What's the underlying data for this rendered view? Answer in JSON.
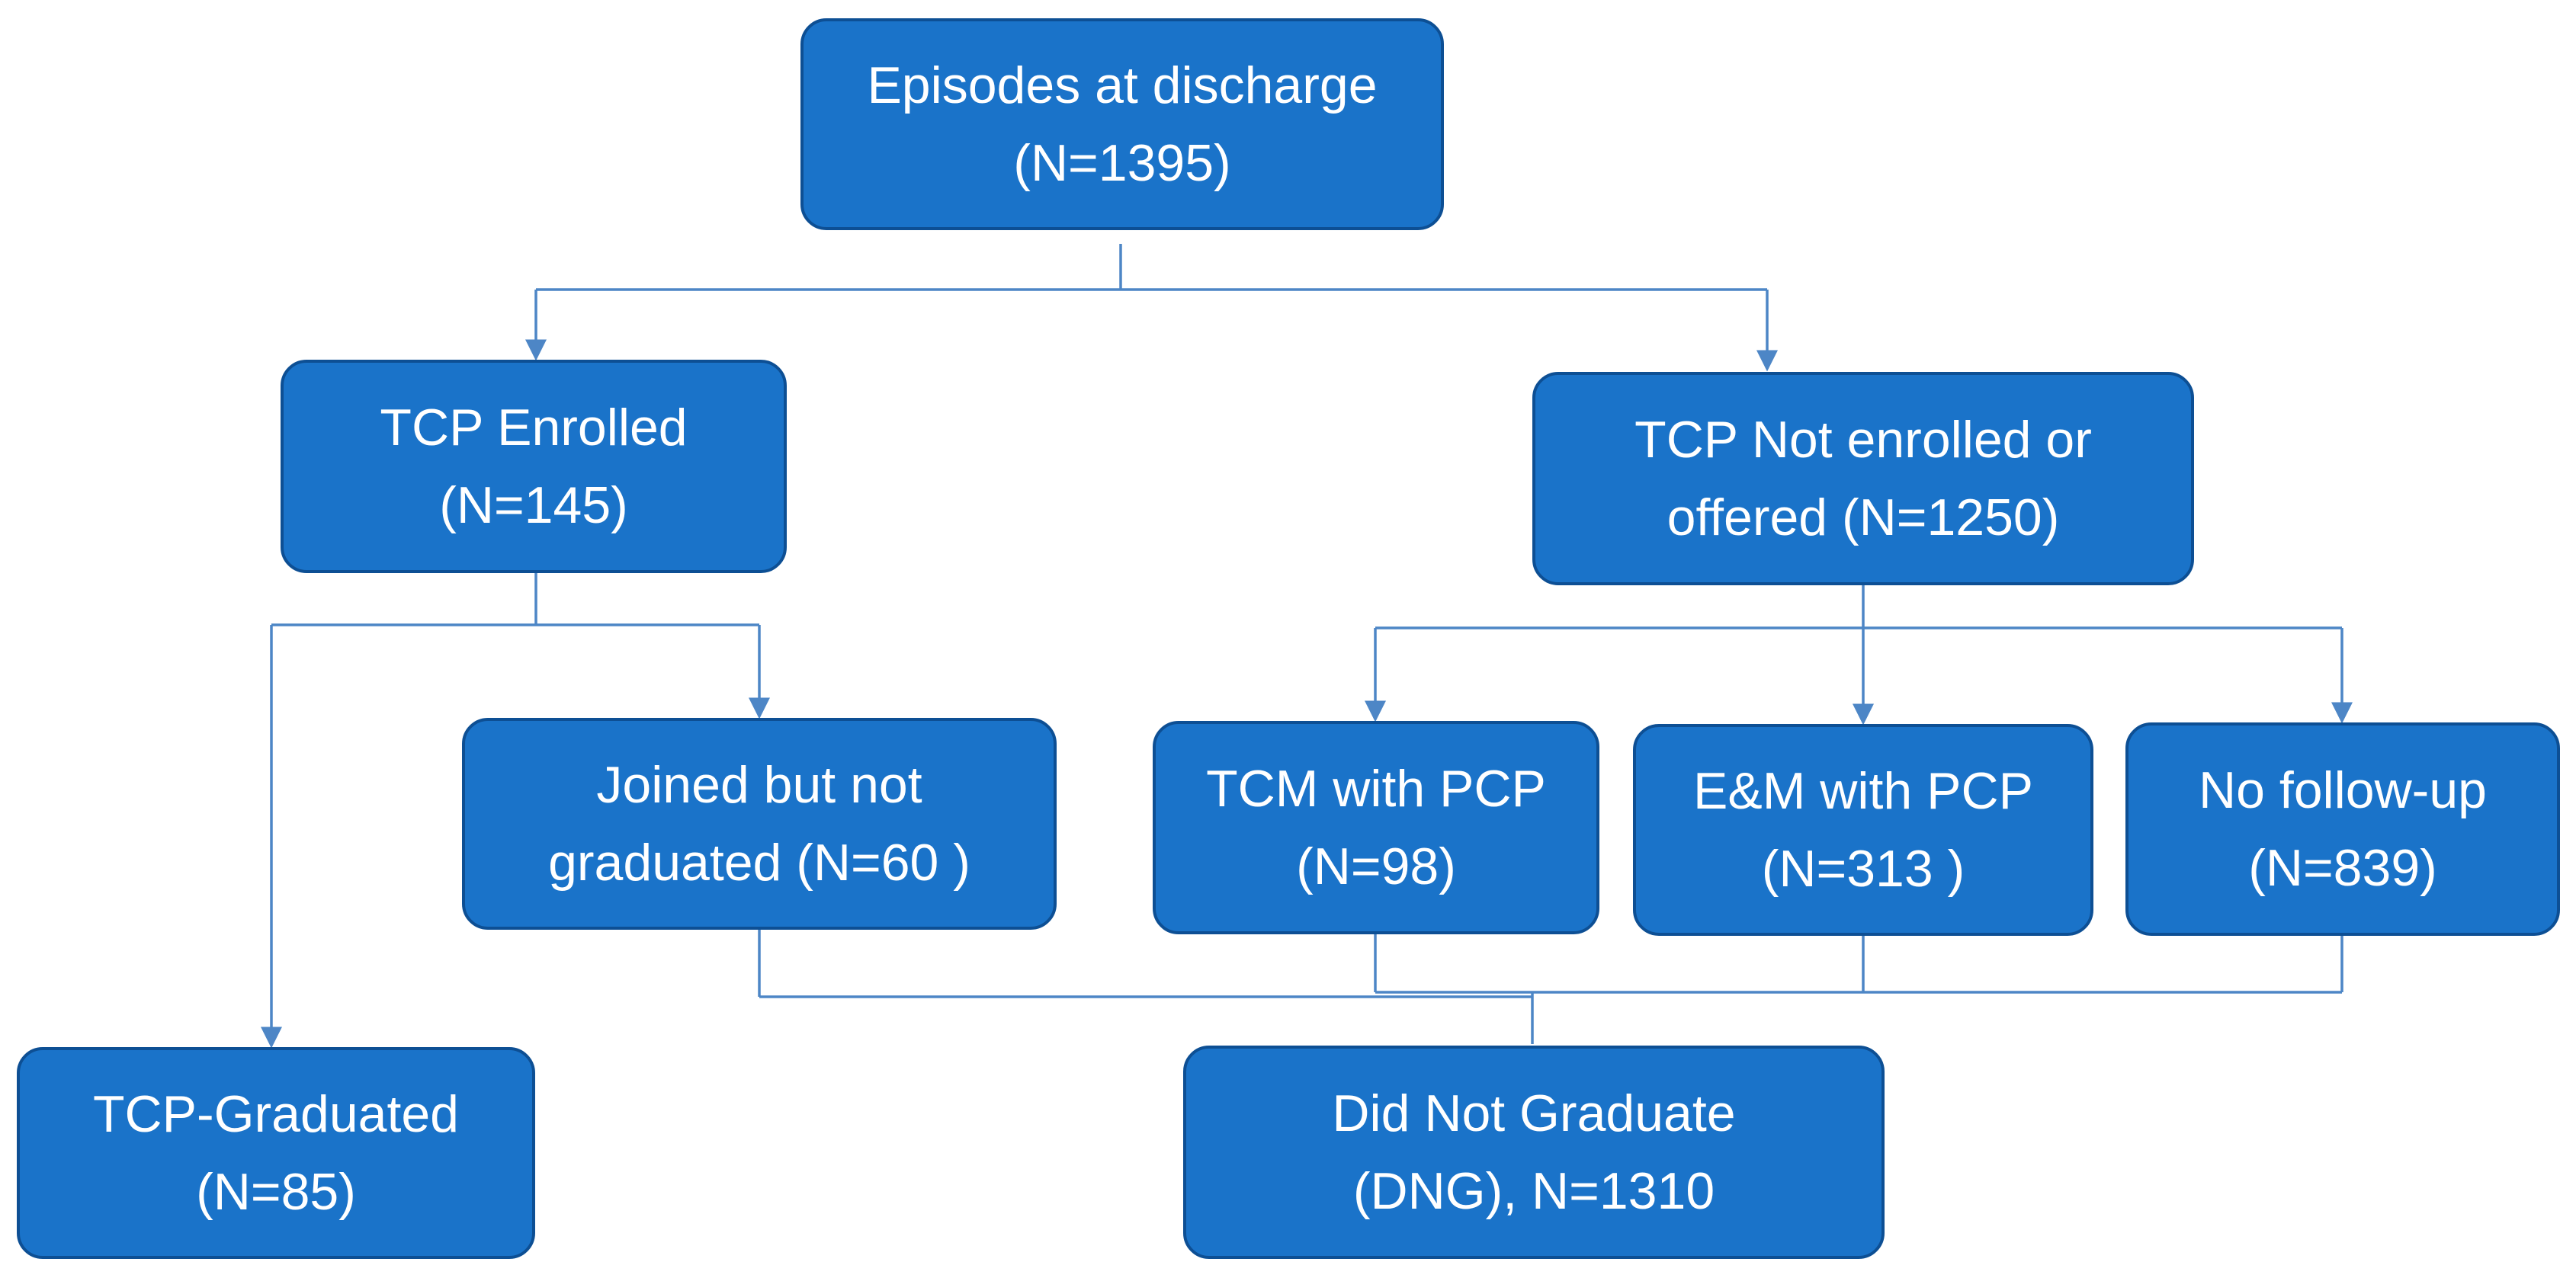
{
  "nodes": {
    "root": {
      "line1": "Episodes at discharge",
      "line2": "(N=1395)"
    },
    "enrolled": {
      "line1": "TCP Enrolled",
      "line2": "(N=145)"
    },
    "not_enrolled": {
      "line1": "TCP Not enrolled or",
      "line2": "offered (N=1250)"
    },
    "joined": {
      "line1": "Joined but not",
      "line2": "graduated (N=60 )"
    },
    "tcm": {
      "line1": "TCM with PCP",
      "line2": "(N=98)"
    },
    "em": {
      "line1": "E&M with PCP",
      "line2": "(N=313 )"
    },
    "no_follow": {
      "line1": "No follow-up",
      "line2": "(N=839)"
    },
    "graduated": {
      "line1": "TCP-Graduated",
      "line2": "(N=85)"
    },
    "dng": {
      "line1": "Did Not Graduate",
      "line2": "(DNG), N=1310"
    }
  },
  "colors": {
    "node_fill": "#1a73c9",
    "node_border": "#0d4f94",
    "connector": "#4d86c6",
    "text": "#ffffff"
  }
}
